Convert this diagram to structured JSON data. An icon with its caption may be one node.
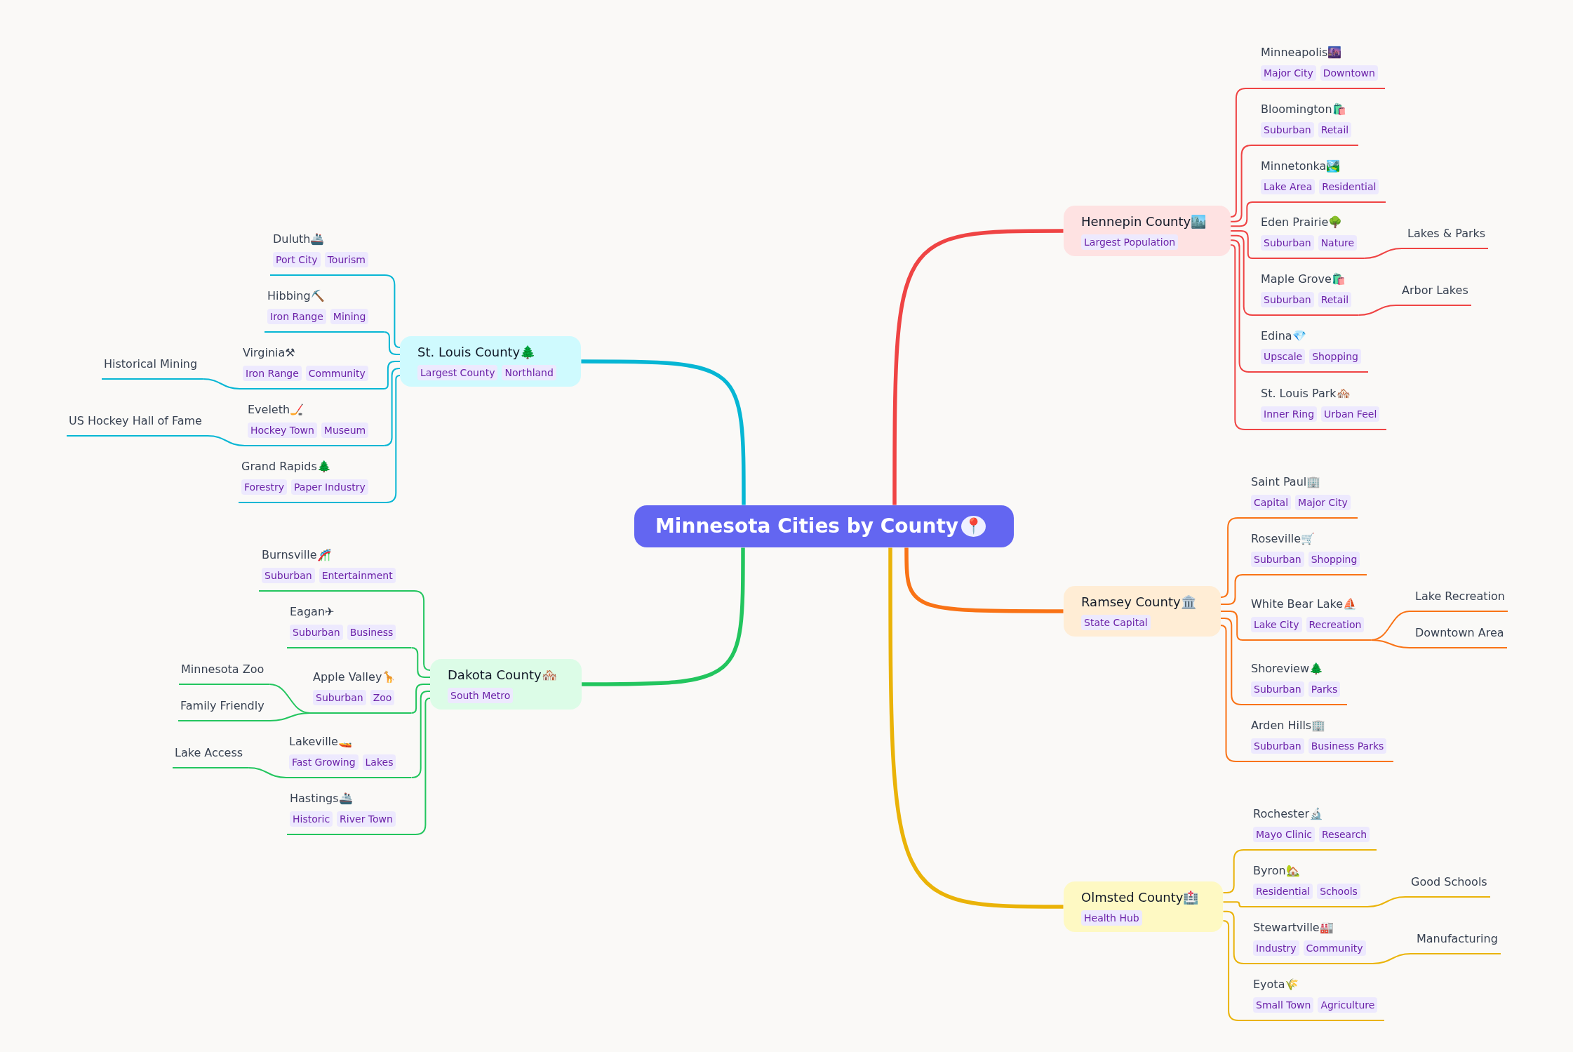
{
  "diagram": {
    "nodes": [
      {
        "text": [
          "Minnesota Cities by County📍"
        ]
      },
      {
        "text": [
          "Hennepin County🏙️",
          "Largest Population"
        ]
      },
      {
        "text": [
          "Minneapolis🌆",
          "Major City",
          "Downtown"
        ]
      },
      {
        "text": [
          "Bloomington🛍️",
          "Suburban",
          "Retail"
        ]
      },
      {
        "text": [
          "Minnetonka🏞️",
          "Lake Area",
          "Residential"
        ]
      },
      {
        "text": [
          "Eden Prairie🌳",
          "Suburban",
          "Nature"
        ]
      },
      {
        "text": [
          "Lakes & Parks"
        ]
      },
      {
        "text": [
          "Maple Grove🛍️",
          "Suburban",
          "Retail"
        ]
      },
      {
        "text": [
          "Arbor Lakes"
        ]
      },
      {
        "text": [
          "Edina💎",
          "Upscale",
          "Shopping"
        ]
      },
      {
        "text": [
          "St. Louis Park🏘️",
          "Inner Ring",
          "Urban Feel"
        ]
      },
      {
        "text": [
          "Ramsey County🏛️",
          "State Capital"
        ]
      },
      {
        "text": [
          "Saint Paul🏢",
          "Capital",
          "Major City"
        ]
      },
      {
        "text": [
          "Roseville🛒",
          "Suburban",
          "Shopping"
        ]
      },
      {
        "text": [
          "White Bear Lake⛵",
          "Lake City",
          "Recreation"
        ]
      },
      {
        "text": [
          "Lake Recreation"
        ]
      },
      {
        "text": [
          "Downtown Area"
        ]
      },
      {
        "text": [
          "Shoreview🌲",
          "Suburban",
          "Parks"
        ]
      },
      {
        "text": [
          "Arden Hills🏢",
          "Suburban",
          "Business Parks"
        ]
      },
      {
        "text": [
          "Olmsted County🏥",
          "Health Hub"
        ]
      },
      {
        "text": [
          "Rochester🔬",
          "Mayo Clinic",
          "Research"
        ]
      },
      {
        "text": [
          "Byron🏡",
          "Residential",
          "Schools"
        ]
      },
      {
        "text": [
          "Good Schools"
        ]
      },
      {
        "text": [
          "Stewartville🏭",
          "Industry",
          "Community"
        ]
      },
      {
        "text": [
          "Manufacturing"
        ]
      },
      {
        "text": [
          "Eyota🌾",
          "Small Town",
          "Agriculture"
        ]
      },
      {
        "text": [
          "St. Louis County🌲",
          "Largest County",
          "Northland"
        ]
      },
      {
        "text": [
          "Duluth🚢",
          "Port City",
          "Tourism"
        ]
      },
      {
        "text": [
          "Hibbing⛏️",
          "Iron Range",
          "Mining"
        ]
      },
      {
        "text": [
          "Virginia⚒",
          "Iron Range",
          "Community"
        ]
      },
      {
        "text": [
          "Historical Mining"
        ]
      },
      {
        "text": [
          "Eveleth🏒",
          "Hockey Town",
          "Museum"
        ]
      },
      {
        "text": [
          "US Hockey Hall of Fame"
        ]
      },
      {
        "text": [
          "Grand Rapids🌲",
          "Forestry",
          "Paper Industry"
        ]
      },
      {
        "text": [
          "Dakota County🏘️",
          "South Metro"
        ]
      },
      {
        "text": [
          "Burnsville🎢",
          "Suburban",
          "Entertainment"
        ]
      },
      {
        "text": [
          "Eagan✈",
          "Suburban",
          "Business"
        ]
      },
      {
        "text": [
          "Apple Valley🦒",
          "Suburban",
          "Zoo"
        ]
      },
      {
        "text": [
          "Minnesota Zoo"
        ]
      },
      {
        "text": [
          "Family Friendly"
        ]
      },
      {
        "text": [
          "Lakeville🚤",
          "Fast Growing",
          "Lakes"
        ]
      },
      {
        "text": [
          "Lake Access"
        ]
      },
      {
        "text": [
          "Hastings🚢",
          "Historic",
          "River Town"
        ]
      }
    ],
    "edges": [
      {
        "from": 0,
        "to": 1,
        "arrow": "none",
        "style": "thick",
        "color": "#ef4444"
      },
      {
        "from": 0,
        "to": 11,
        "arrow": "none",
        "style": "thick",
        "color": "#f97316"
      },
      {
        "from": 0,
        "to": 19,
        "arrow": "none",
        "style": "thick",
        "color": "#eab308"
      },
      {
        "from": 0,
        "to": 26,
        "arrow": "none",
        "style": "thick",
        "color": "#06b6d4"
      },
      {
        "from": 0,
        "to": 34,
        "arrow": "none",
        "style": "thick",
        "color": "#22c55e"
      },
      {
        "from": 1,
        "to": 2,
        "arrow": "none",
        "color": "#ef4444"
      },
      {
        "from": 1,
        "to": 3,
        "arrow": "none",
        "color": "#ef4444"
      },
      {
        "from": 1,
        "to": 4,
        "arrow": "none",
        "color": "#ef4444"
      },
      {
        "from": 1,
        "to": 5,
        "arrow": "none",
        "color": "#ef4444"
      },
      {
        "from": 1,
        "to": 7,
        "arrow": "none",
        "color": "#ef4444"
      },
      {
        "from": 1,
        "to": 9,
        "arrow": "none",
        "color": "#ef4444"
      },
      {
        "from": 1,
        "to": 10,
        "arrow": "none",
        "color": "#ef4444"
      },
      {
        "from": 5,
        "to": 6,
        "arrow": "none",
        "color": "#ef4444"
      },
      {
        "from": 7,
        "to": 8,
        "arrow": "none",
        "color": "#ef4444"
      },
      {
        "from": 11,
        "to": 12,
        "arrow": "none",
        "color": "#f97316"
      },
      {
        "from": 11,
        "to": 13,
        "arrow": "none",
        "color": "#f97316"
      },
      {
        "from": 11,
        "to": 14,
        "arrow": "none",
        "color": "#f97316"
      },
      {
        "from": 11,
        "to": 17,
        "arrow": "none",
        "color": "#f97316"
      },
      {
        "from": 11,
        "to": 18,
        "arrow": "none",
        "color": "#f97316"
      },
      {
        "from": 14,
        "to": 15,
        "arrow": "none",
        "color": "#f97316"
      },
      {
        "from": 14,
        "to": 16,
        "arrow": "none",
        "color": "#f97316"
      },
      {
        "from": 19,
        "to": 20,
        "arrow": "none",
        "color": "#eab308"
      },
      {
        "from": 19,
        "to": 21,
        "arrow": "none",
        "color": "#eab308"
      },
      {
        "from": 19,
        "to": 23,
        "arrow": "none",
        "color": "#eab308"
      },
      {
        "from": 19,
        "to": 25,
        "arrow": "none",
        "color": "#eab308"
      },
      {
        "from": 21,
        "to": 22,
        "arrow": "none",
        "color": "#eab308"
      },
      {
        "from": 23,
        "to": 24,
        "arrow": "none",
        "color": "#eab308"
      },
      {
        "from": 26,
        "to": 27,
        "arrow": "none",
        "color": "#06b6d4"
      },
      {
        "from": 26,
        "to": 28,
        "arrow": "none",
        "color": "#06b6d4"
      },
      {
        "from": 26,
        "to": 29,
        "arrow": "none",
        "color": "#06b6d4"
      },
      {
        "from": 26,
        "to": 31,
        "arrow": "none",
        "color": "#06b6d4"
      },
      {
        "from": 26,
        "to": 33,
        "arrow": "none",
        "color": "#06b6d4"
      },
      {
        "from": 29,
        "to": 30,
        "arrow": "none",
        "color": "#06b6d4"
      },
      {
        "from": 31,
        "to": 32,
        "arrow": "none",
        "color": "#06b6d4"
      },
      {
        "from": 34,
        "to": 35,
        "arrow": "none",
        "color": "#22c55e"
      },
      {
        "from": 34,
        "to": 36,
        "arrow": "none",
        "color": "#22c55e"
      },
      {
        "from": 34,
        "to": 37,
        "arrow": "none",
        "color": "#22c55e"
      },
      {
        "from": 34,
        "to": 40,
        "arrow": "none",
        "color": "#22c55e"
      },
      {
        "from": 34,
        "to": 42,
        "arrow": "none",
        "color": "#22c55e"
      },
      {
        "from": 37,
        "to": 38,
        "arrow": "none",
        "color": "#22c55e"
      },
      {
        "from": 37,
        "to": 39,
        "arrow": "none",
        "color": "#22c55e"
      },
      {
        "from": 40,
        "to": 41,
        "arrow": "none",
        "color": "#22c55e"
      }
    ]
  }
}
